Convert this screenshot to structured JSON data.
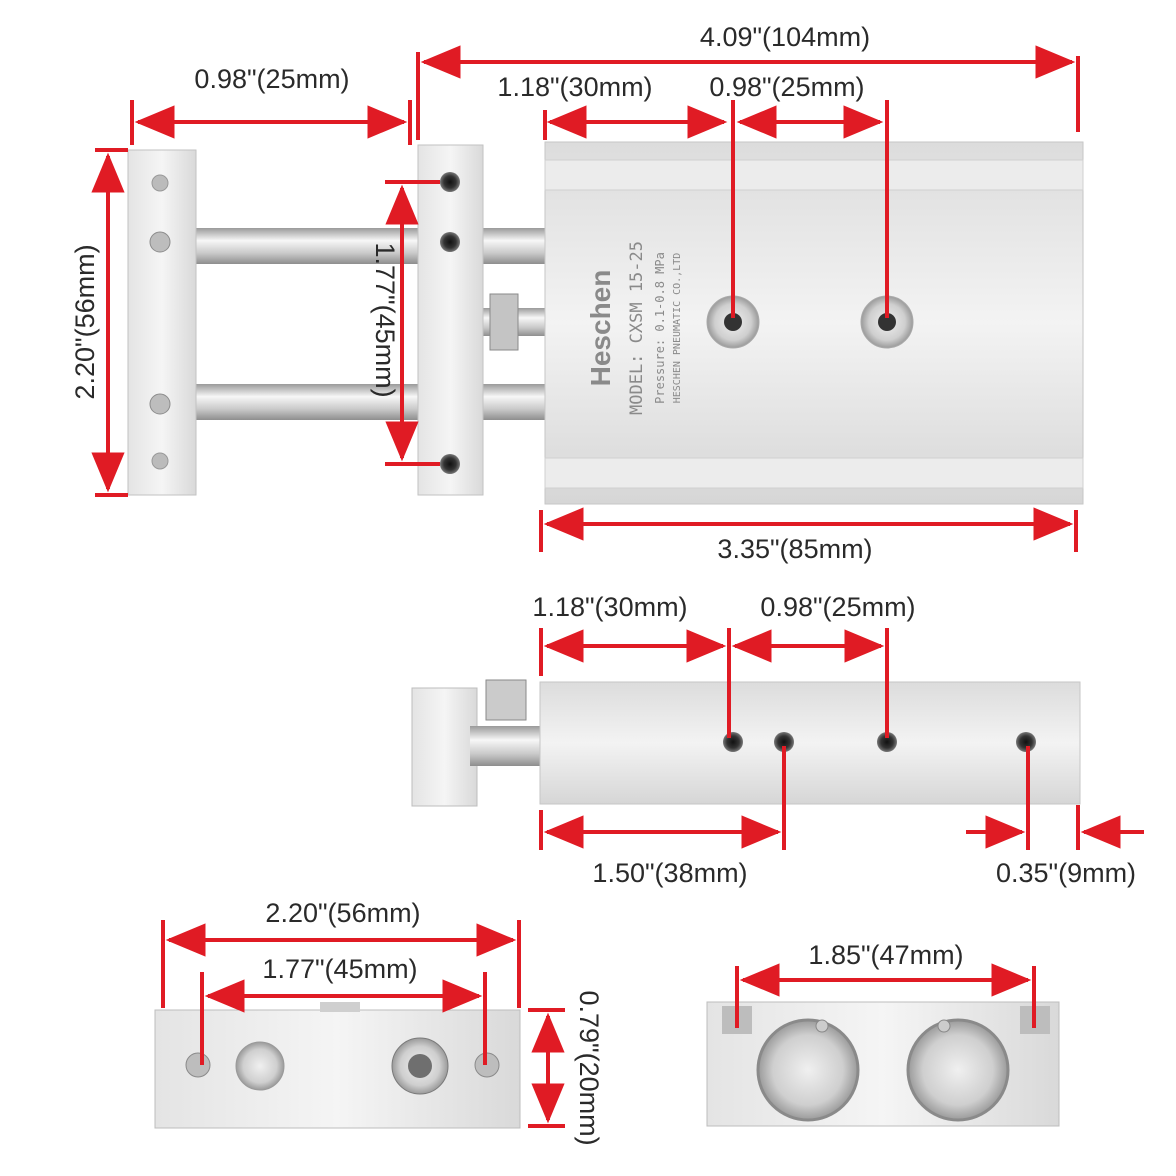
{
  "product": {
    "brand": "Heschen",
    "model_line": "MODEL: CXSM 15-25",
    "pressure_line": "Pressure: 0.1-0.8 MPa",
    "maker_line": "HESCHEN PNEUMATIC CO.,LTD"
  },
  "dimensions": {
    "top_overall_length": "4.09\"(104mm)",
    "top_guide_extension": "0.98\"(25mm)",
    "top_port1_offset": "1.18\"(30mm)",
    "top_port_spacing": "0.98\"(25mm)",
    "top_plate_height": "2.20\"(56mm)",
    "top_plate_hole_spacing": "1.77\"(45mm)",
    "top_body_length": "3.35\"(85mm)",
    "side_port1_offset": "1.18\"(30mm)",
    "side_port_spacing": "0.98\"(25mm)",
    "side_mount_offset": "1.50\"(38mm)",
    "side_end_offset": "0.35\"(9mm)",
    "front_width": "2.20\"(56mm)",
    "front_hole_spacing": "1.77\"(45mm)",
    "front_height": "0.79\"(20mm)",
    "rear_slot_spacing": "1.85\"(47mm)"
  },
  "colors": {
    "dimension_line": "#e01b24",
    "aluminum_light": "#f2f2f2",
    "aluminum_mid": "#d8d8d8",
    "aluminum_dark": "#a8a8a8"
  }
}
